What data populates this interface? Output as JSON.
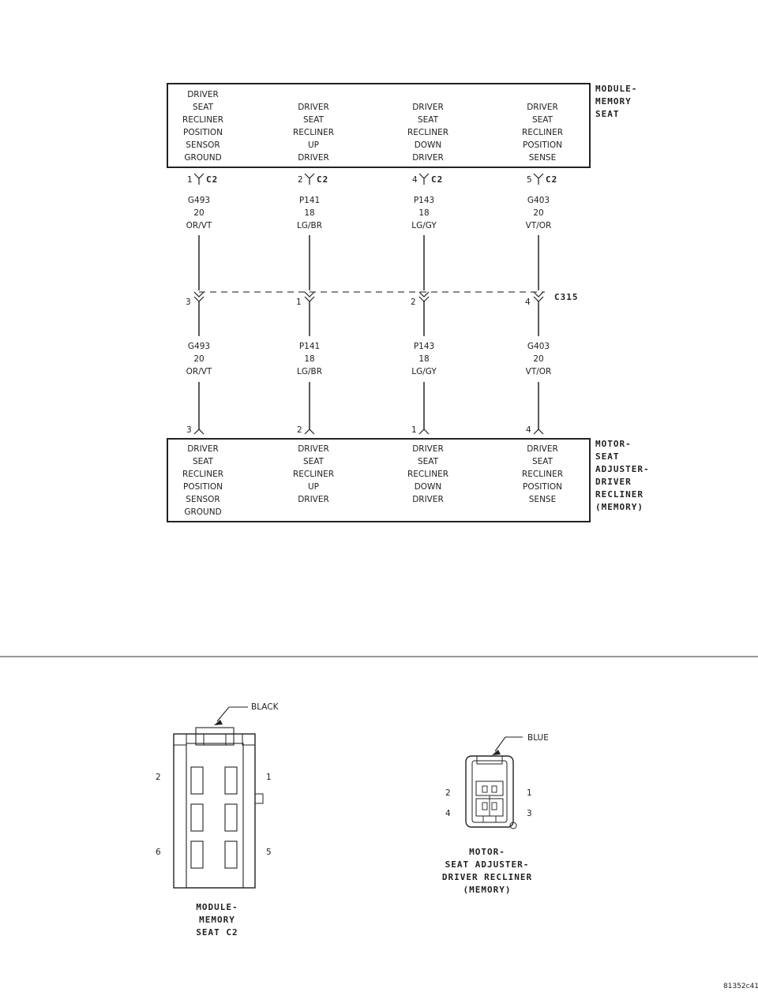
{
  "module": {
    "title_lines": [
      "MODULE-",
      "MEMORY",
      "SEAT"
    ],
    "connector_id": "C2",
    "columns": [
      [
        "DRIVER",
        "SEAT",
        "RECLINER",
        "POSITION",
        "SENSOR",
        "GROUND"
      ],
      [
        "DRIVER",
        "SEAT",
        "RECLINER",
        "UP",
        "DRIVER"
      ],
      [
        "DRIVER",
        "SEAT",
        "RECLINER",
        "DOWN",
        "DRIVER"
      ],
      [
        "DRIVER",
        "SEAT",
        "RECLINER",
        "POSITION",
        "SENSE"
      ]
    ]
  },
  "motor": {
    "title_lines": [
      "MOTOR-",
      "SEAT",
      "ADJUSTER-",
      "DRIVER",
      "RECLINER",
      "(MEMORY)"
    ],
    "columns": [
      [
        "DRIVER",
        "SEAT",
        "RECLINER",
        "POSITION",
        "SENSOR",
        "GROUND"
      ],
      [
        "DRIVER",
        "SEAT",
        "RECLINER",
        "UP",
        "DRIVER"
      ],
      [
        "DRIVER",
        "SEAT",
        "RECLINER",
        "DOWN",
        "DRIVER"
      ],
      [
        "DRIVER",
        "SEAT",
        "RECLINER",
        "POSITION",
        "SENSE"
      ]
    ]
  },
  "circuits": [
    {
      "code": "G493",
      "gauge": "20",
      "color": "OR/VT",
      "module_pin": "1",
      "inline_pin": "3",
      "motor_pin": "3"
    },
    {
      "code": "P141",
      "gauge": "18",
      "color": "LG/BR",
      "module_pin": "2",
      "inline_pin": "1",
      "motor_pin": "2"
    },
    {
      "code": "P143",
      "gauge": "18",
      "color": "LG/GY",
      "module_pin": "4",
      "inline_pin": "2",
      "motor_pin": "1"
    },
    {
      "code": "G403",
      "gauge": "20",
      "color": "VT/OR",
      "module_pin": "5",
      "inline_pin": "4",
      "motor_pin": "4"
    }
  ],
  "inline_connector": "C315",
  "connector_views": {
    "module_c2": {
      "color_label": "BLACK",
      "pin_labels": {
        "top_left": "2",
        "top_right": "1",
        "bottom_left": "6",
        "bottom_right": "5"
      },
      "caption_lines": [
        "MODULE-",
        "MEMORY",
        "SEAT C2"
      ]
    },
    "motor": {
      "color_label": "BLUE",
      "pin_labels": {
        "top_left": "2",
        "top_right": "1",
        "bottom_left": "4",
        "bottom_right": "3"
      },
      "caption_lines": [
        "MOTOR-",
        "SEAT ADJUSTER-",
        "DRIVER RECLINER",
        "(MEMORY)"
      ]
    }
  },
  "figure_code": "81352c41"
}
